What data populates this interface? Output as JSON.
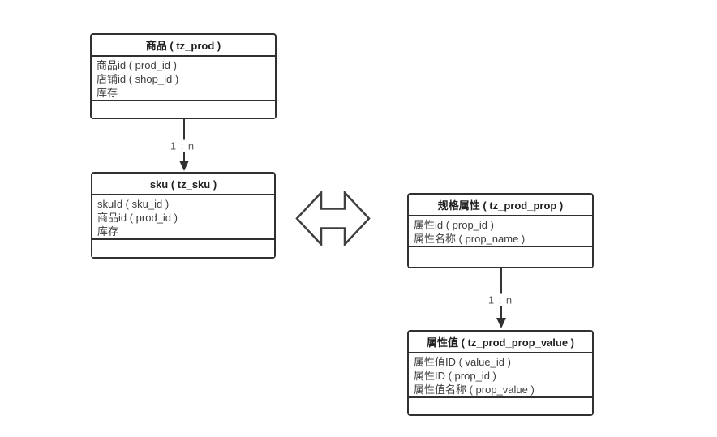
{
  "canvas": {
    "background": "#ffffff",
    "shape_border_color": "#303030",
    "field_text_color": "#3d3d3d",
    "label_text_color": "#595959"
  },
  "entities": [
    {
      "id": "prod",
      "title": "商品 ( tz_prod )",
      "fields": [
        "商品id ( prod_id )",
        "店铺id ( shop_id )",
        "库存"
      ]
    },
    {
      "id": "sku",
      "title": "sku ( tz_sku )",
      "fields": [
        "skuId ( sku_id )",
        "商品id ( prod_id )",
        "库存"
      ]
    },
    {
      "id": "prod_prop",
      "title": "规格属性 ( tz_prod_prop )",
      "fields": [
        "属性id ( prop_id )",
        "属性名称 ( prop_name )"
      ]
    },
    {
      "id": "prod_prop_value",
      "title": "属性值 ( tz_prod_prop_value )",
      "fields": [
        "属性值ID ( value_id )",
        "属性ID ( prop_id )",
        "属性值名称 ( prop_value )"
      ]
    }
  ],
  "connectors": [
    {
      "from": "prod",
      "to": "sku",
      "label": "1 : n",
      "arrow": "down"
    },
    {
      "from": "prod_prop",
      "to": "prod_prop_value",
      "label": "1 : n",
      "arrow": "down"
    }
  ],
  "icons": {
    "relation_symbol": "double-horizontal-arrow"
  }
}
